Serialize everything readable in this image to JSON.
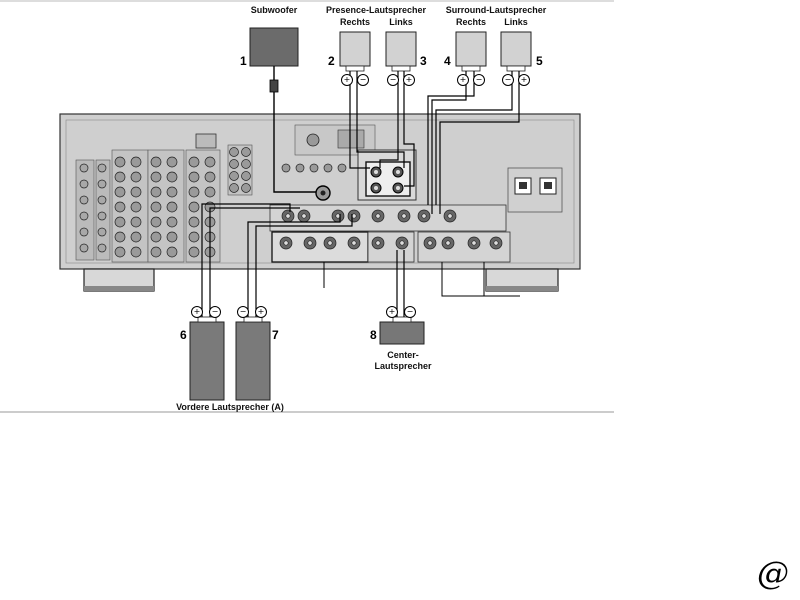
{
  "labels": {
    "subwoofer": "Subwoofer",
    "presence_title": "Presence-Lautsprecher",
    "presence_right": "Rechts",
    "presence_left": "Links",
    "surround_title": "Surround-Lautsprecher",
    "surround_right": "Rechts",
    "surround_left": "Links",
    "center_line1": "Center-",
    "center_line2": "Lautsprecher",
    "front": "Vordere Lautsprecher (A)"
  },
  "numbers": [
    "1",
    "2",
    "3",
    "4",
    "5",
    "6",
    "7",
    "8"
  ],
  "polarity": {
    "plus": "+",
    "minus": "−"
  },
  "logo": "@"
}
